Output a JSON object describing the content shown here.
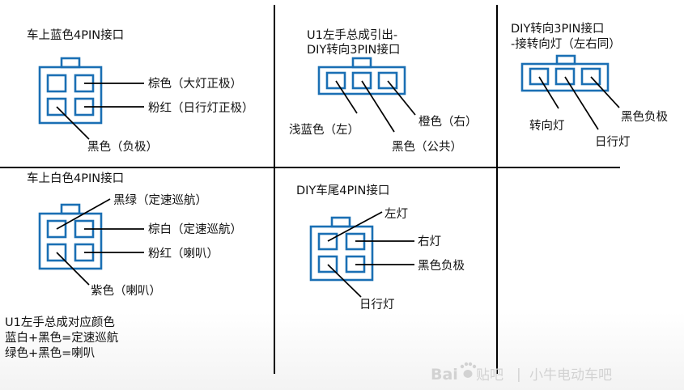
{
  "panel_blue": {
    "title": "车上蓝色4PIN接口",
    "label_brown": "棕色（大灯正极）",
    "label_pink": "粉红（日行灯正极）",
    "label_black": "黑色（负极）"
  },
  "panel_u1": {
    "title_line1": "U1左手总成引出-",
    "title_line2": "DIY转向3PIN接口",
    "label_lightblue": "浅蓝色（左）",
    "label_orange": "橙色（右）",
    "label_black": "黑色（公共）"
  },
  "panel_diy3": {
    "title_line1": "DIY转向3PIN接口",
    "title_line2": "-接转向灯（左右同）",
    "label_turn": "转向灯",
    "label_day": "日行灯",
    "label_neg": "黑色负极"
  },
  "panel_white": {
    "title": "车上白色4PIN接口",
    "label_blackgreen": "黑绿（定速巡航）",
    "label_brownwhite": "棕白（定速巡航）",
    "label_pink": "粉红（喇叭）",
    "label_purple": "紫色（喇叭）",
    "note_line1": "U1左手总成对应颜色",
    "note_line2": "蓝白+黑色=定速巡航",
    "note_line3": "绿色+黑色=喇叭"
  },
  "panel_tail": {
    "title": "DIY车尾4PIN接口",
    "label_left": "左灯",
    "label_right": "右灯",
    "label_neg": "黑色负极",
    "label_day": "日行灯"
  },
  "watermark": {
    "brand": "Bai",
    "brand_tail": "贴吧",
    "separator": "|",
    "forum": "小牛电动车吧"
  },
  "colors": {
    "connector": "#1a6fb4",
    "lines": "#000000",
    "watermark": "#d2d2d2"
  }
}
